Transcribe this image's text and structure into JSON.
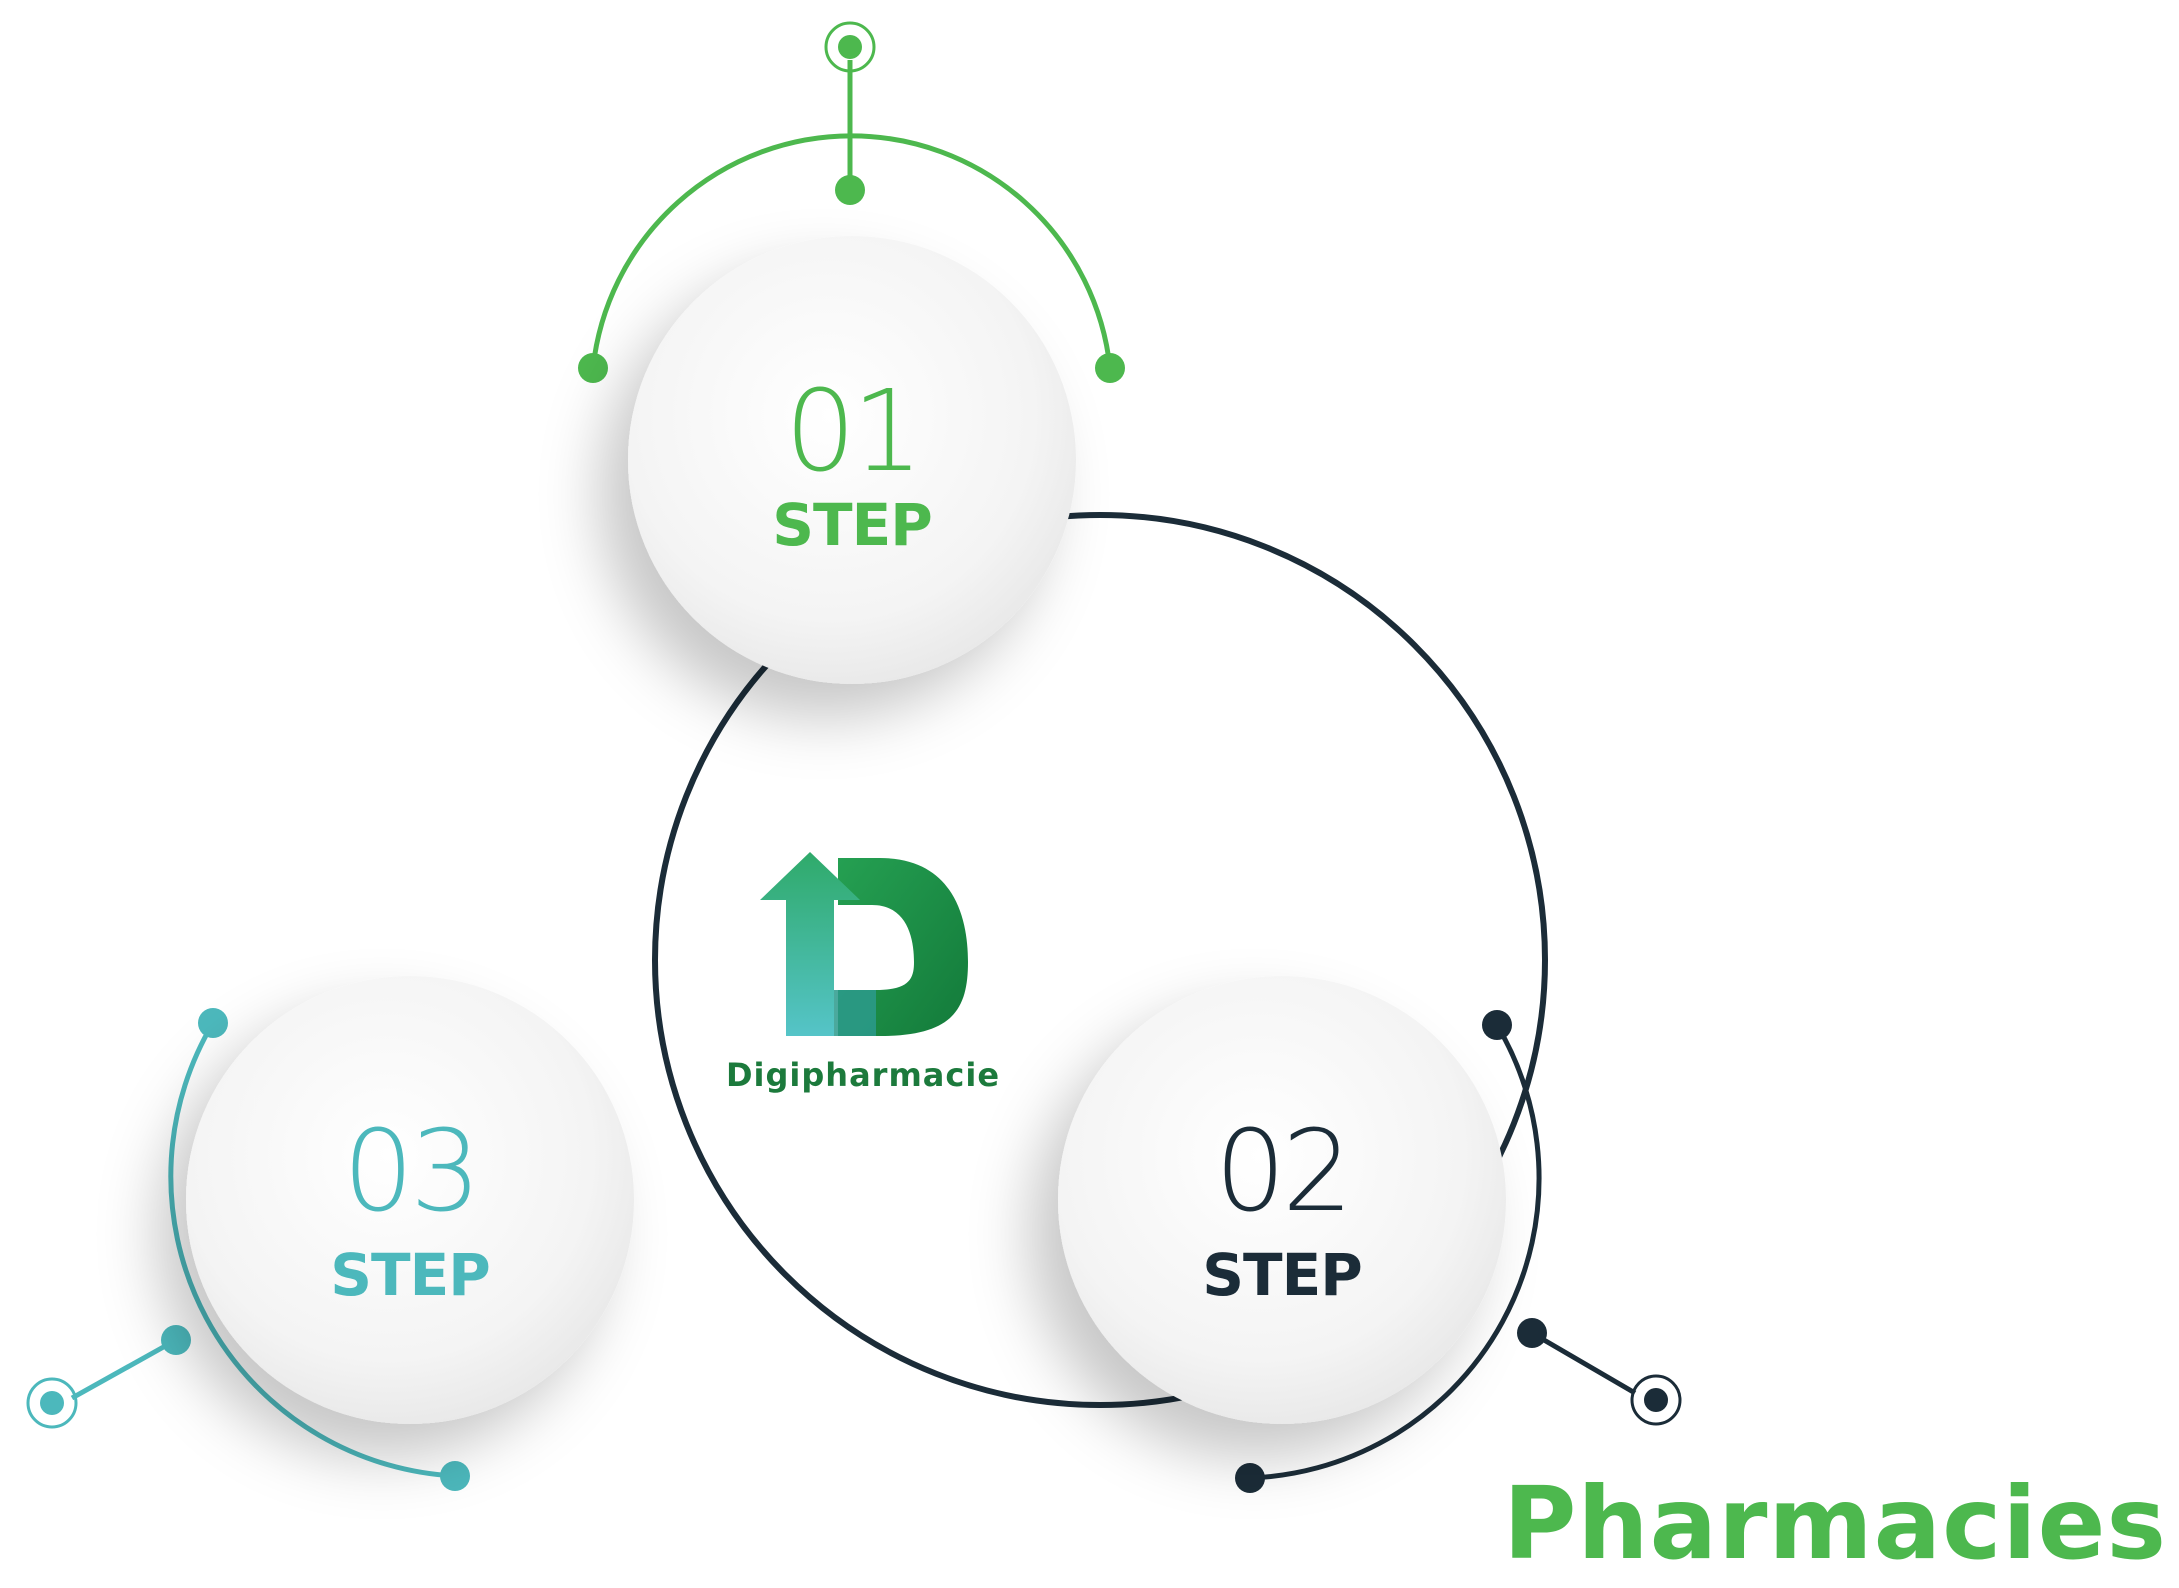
{
  "diagram": {
    "steps": [
      {
        "number": "01",
        "label": "STEP",
        "color": "#4db84e"
      },
      {
        "number": "02",
        "label": "STEP",
        "color": "#1b2c38"
      },
      {
        "number": "03",
        "label": "STEP",
        "color": "#4cb8bc"
      }
    ],
    "center_logo": {
      "name": "Digipharmacie",
      "colors": {
        "green": "#1a8a45",
        "teal": "#4cbfc2",
        "text": "#1c7a3c"
      }
    },
    "ring_color": "#1b2c38"
  },
  "footer": {
    "title": "Pharmacies",
    "color": "#4db84e"
  }
}
